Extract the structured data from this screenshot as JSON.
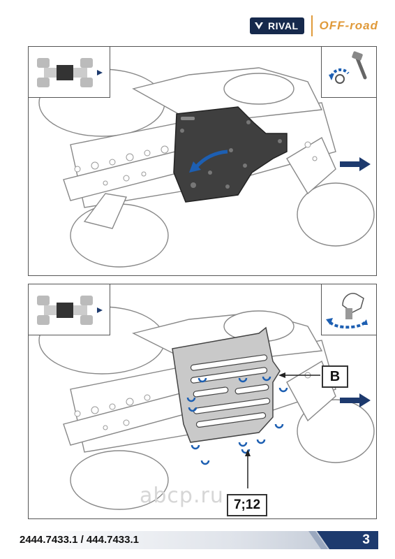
{
  "header": {
    "brand_name": "RIVAL",
    "brand_tagline": "OFF-road",
    "tagline_color": "#e09a3a",
    "brand_color": "#16294c"
  },
  "steps": [
    {
      "thumbnail_icon": "atv-top-view-icon",
      "tool_icon": "wrench-unscrew-icon",
      "direction_icon": "arrow-right-icon"
    },
    {
      "thumbnail_icon": "atv-top-view-icon",
      "tool_icon": "hand-fasten-icon",
      "direction_icon": "arrow-right-icon",
      "callouts": {
        "detail": "B",
        "fasteners": "7;12"
      }
    }
  ],
  "footer": {
    "part_numbers": "2444.7433.1 / 444.7433.1",
    "page_number": "3",
    "accent_color": "#1d3a6e"
  },
  "watermark": "abcp.ru"
}
